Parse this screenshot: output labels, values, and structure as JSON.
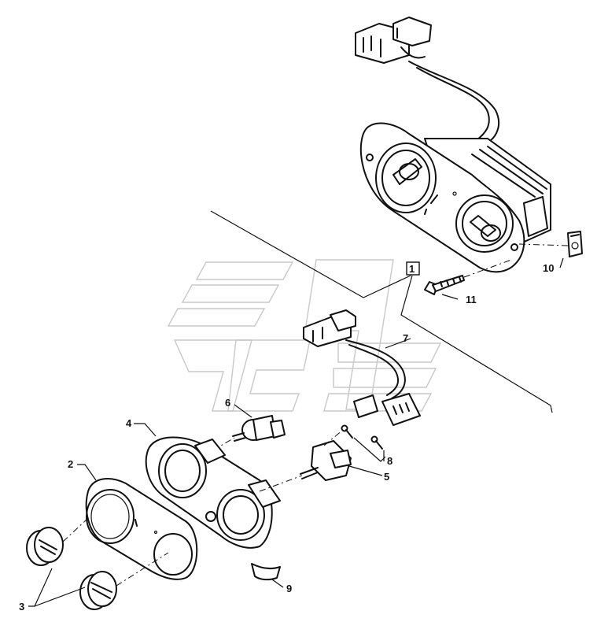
{
  "callouts": {
    "c1": "1",
    "c2": "2",
    "c3": "3",
    "c4": "4",
    "c5": "5",
    "c6": "6",
    "c7": "7",
    "c8": "8",
    "c9": "9",
    "c10": "10",
    "c11": "11"
  },
  "icons": {
    "watermark": "logo-watermark-icon"
  }
}
